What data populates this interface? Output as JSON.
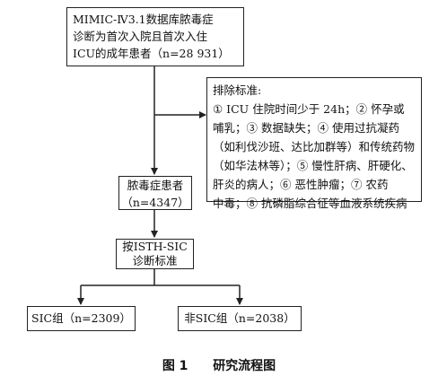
{
  "boxes": {
    "population": {
      "lines": [
        "MIMIC-Ⅳ3.1数据库脓毒症",
        "诊断为首次入院且首次入住",
        "ICU的成年患者（n=28 931）"
      ]
    },
    "exclusion": {
      "title": "排除标准:",
      "lines": [
        "① ICU 住院时间少于 24h；② 怀孕或",
        "哺乳；③ 数据缺失；④ 使用过抗凝药",
        "（如利伐沙班、达比加群等）和传统药物",
        "（如华法林等）；⑤ 慢性肝病、肝硬化、",
        "肝炎的病人；⑥ 恶性肿瘤；⑦ 农药",
        "中毒；⑧ 抗磷脂综合征等血液系统疾病"
      ]
    },
    "sepsis": {
      "lines": [
        "脓毒症患者",
        "（n=4347）"
      ]
    },
    "criteria": {
      "lines": [
        "按ISTH-SIC",
        "诊断标准"
      ]
    },
    "sic": {
      "label": "SIC组（n=2309）"
    },
    "nonsic": {
      "label": "非SIC组（n=2038）"
    }
  },
  "caption": {
    "figure": "图 1",
    "title": "研究流程图"
  }
}
